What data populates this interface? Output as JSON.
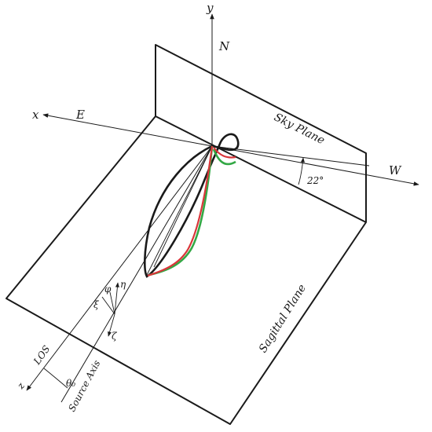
{
  "axes": {
    "y": "y",
    "x": "x",
    "z": "z",
    "north": "N",
    "east": "E",
    "west": "W"
  },
  "planes": {
    "sky": "Sky Plane",
    "sagittal": "Sagittal Plane"
  },
  "lines": {
    "los": "LOS",
    "source_axis": "Source Axis"
  },
  "angles": {
    "tilt": "22°",
    "theta": "θ₀"
  },
  "local_axes": {
    "xi": "ξ",
    "phi": "φ",
    "eta": "η",
    "zeta": "ζ"
  },
  "colors": {
    "outline": "#1a1a1a",
    "red_curve": "#d9363a",
    "green_curve": "#33a845"
  }
}
